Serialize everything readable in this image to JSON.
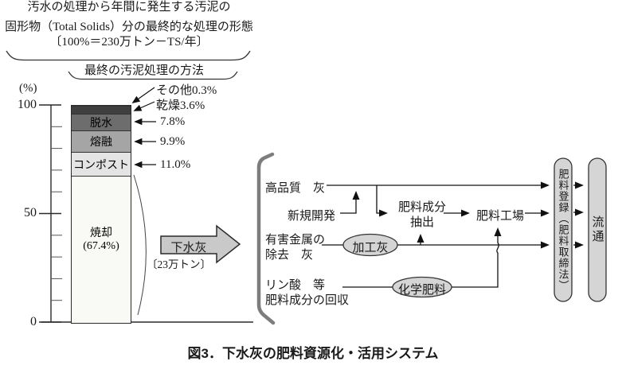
{
  "figure": {
    "header_line1": "汚水の処理から年間に発生する汚泥の",
    "header_line2": "固形物（Total Solids）分の最終的な処理の形態",
    "header_line3": "〔100%＝230万トン－TS/年〕",
    "method_brace_label": "最終の汚泥処理の方法",
    "caption": "図3．下水灰の肥料資源化・活用システム"
  },
  "chart_data": {
    "type": "bar",
    "stacked": true,
    "title": "最終の汚泥処理の方法",
    "ylabel": "(%)",
    "ylim": [
      0,
      100
    ],
    "ytick_labels": [
      "100",
      "50",
      "0"
    ],
    "minor_tick_step": 10,
    "total_note": "〔100%＝230万トン－TS/年〕",
    "categories": [
      "最終の汚泥処理の方法"
    ],
    "segments": [
      {
        "label": "その他",
        "value": 0.3,
        "color": "#1c1c1c",
        "side_label": "その他0.3%"
      },
      {
        "label": "乾燥",
        "value": 3.6,
        "color": "#3f3f3f",
        "side_label": "乾燥3.6%"
      },
      {
        "label": "脱水",
        "value": 7.8,
        "color": "#6d6d6d",
        "side_label": "7.8%",
        "in_label": "脱水"
      },
      {
        "label": "熔融",
        "value": 9.9,
        "color": "#a5a5a5",
        "side_label": "9.9%",
        "in_label": "熔融"
      },
      {
        "label": "コンポスト",
        "value": 11.0,
        "color": "#e4e4e4",
        "side_label": "11.0%",
        "in_label": "コンポスト"
      },
      {
        "label": "焼却",
        "value": 67.4,
        "color": "#f9f9f5",
        "in_label": "焼却",
        "in_label2": "(67.4%)"
      }
    ]
  },
  "sewage_ash_arrow": {
    "label": "下水灰",
    "sublabel": "〔23万トン〕"
  },
  "flow": {
    "row1": "高品質　灰",
    "row2": "新規開発",
    "row3a": "有害金属の",
    "row3b": "除去　灰",
    "row4a": "リン酸　等",
    "row4b": "肥料成分の回収",
    "ellipse1": "加工灰",
    "ellipse2": "化学肥料",
    "node1a": "肥料成分",
    "node1b": "抽出",
    "node2": "肥料工場",
    "capsule1": "肥料登録（肥料取締法）",
    "capsule2": "流通"
  },
  "colors": {
    "line": "#1a1a1a",
    "shape_fill": "#d5d5d5",
    "arrow_fill": "#c9c9c9",
    "bracket": "#7d7d7d"
  }
}
